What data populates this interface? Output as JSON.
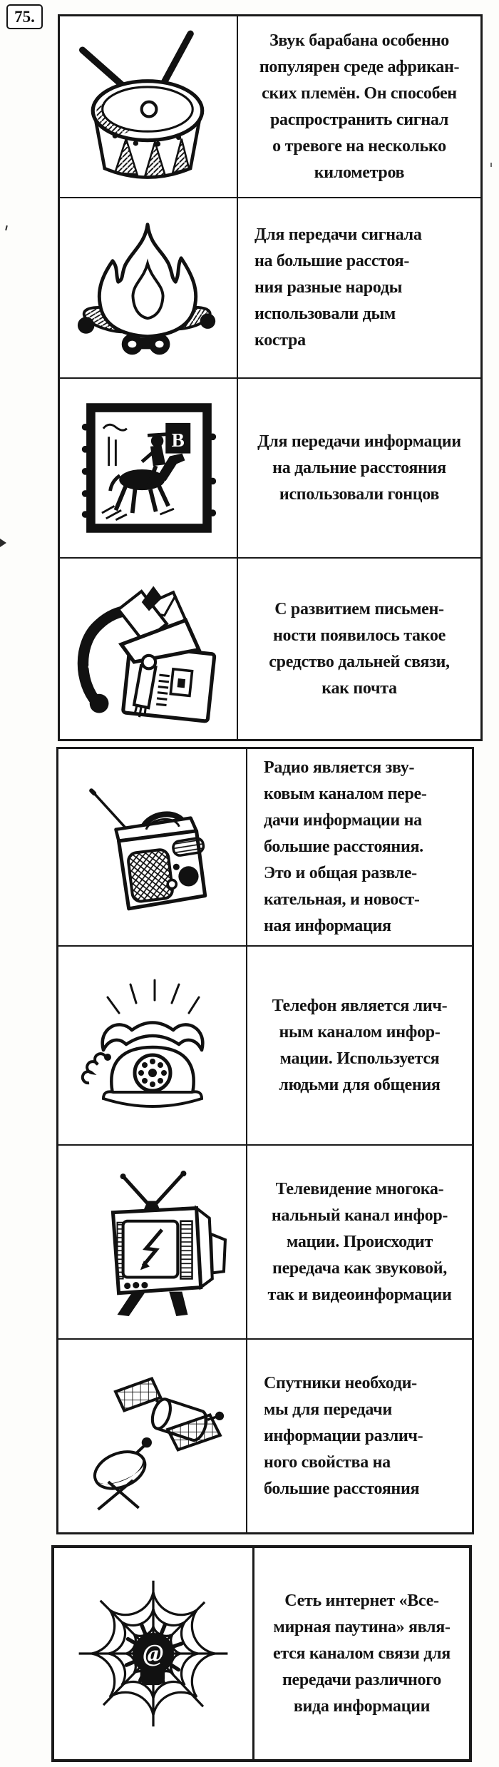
{
  "page_label": "75.",
  "blocks": [
    {
      "rows": [
        {
          "icon": "drum-icon",
          "align": "center",
          "text": "Звук барабана особенно\nпопулярен среде африкан-\nских племён. Он способен\nраспространить сигнал\nо тревоге на несколько\nкилометров"
        },
        {
          "icon": "campfire-icon",
          "align": "left",
          "text": "Для передачи сигнала\nна большие расстоя-\nния разные народы\nиспользовали дым\nкостра"
        },
        {
          "icon": "horse-messenger-icon",
          "align": "center",
          "text": "Для передачи информации\nна дальние расстояния\nиспользовали гонцов"
        },
        {
          "icon": "mail-bag-icon",
          "align": "center",
          "text": "С развитием письмен-\nности появилось такое\nсредство дальней связи,\nкак почта"
        }
      ]
    },
    {
      "rows": [
        {
          "icon": "radio-icon",
          "align": "left",
          "text": "Радио является зву-\nковым каналом пере-\nдачи информации на\nбольшие расстояния.\nЭто и общая развле-\nкательная, и новост-\nная информация"
        },
        {
          "icon": "telephone-icon",
          "align": "center",
          "text": "Телефон является лич-\nным каналом инфор-\nмации. Используется\nлюдьми для общения"
        },
        {
          "icon": "tv-icon",
          "align": "center",
          "text": "Телевидение многока-\nнальный канал инфор-\nмации. Происходит\nпередача как звуковой,\nтак и видеоинформации"
        },
        {
          "icon": "satellite-icon",
          "align": "left",
          "text": "Спутники необходи-\nмы для передачи\nинформации различ-\nного свойства на\nбольшие расстояния"
        }
      ]
    },
    {
      "rows": [
        {
          "icon": "spider-web-icon",
          "align": "center",
          "text": "Сеть интернет «Все-\nмирная паутина» явля-\nется каналом связи для\nпередачи различного\nвида информации"
        }
      ]
    }
  ],
  "colors": {
    "ink": "#141414",
    "paper": "#fdfdfb"
  }
}
